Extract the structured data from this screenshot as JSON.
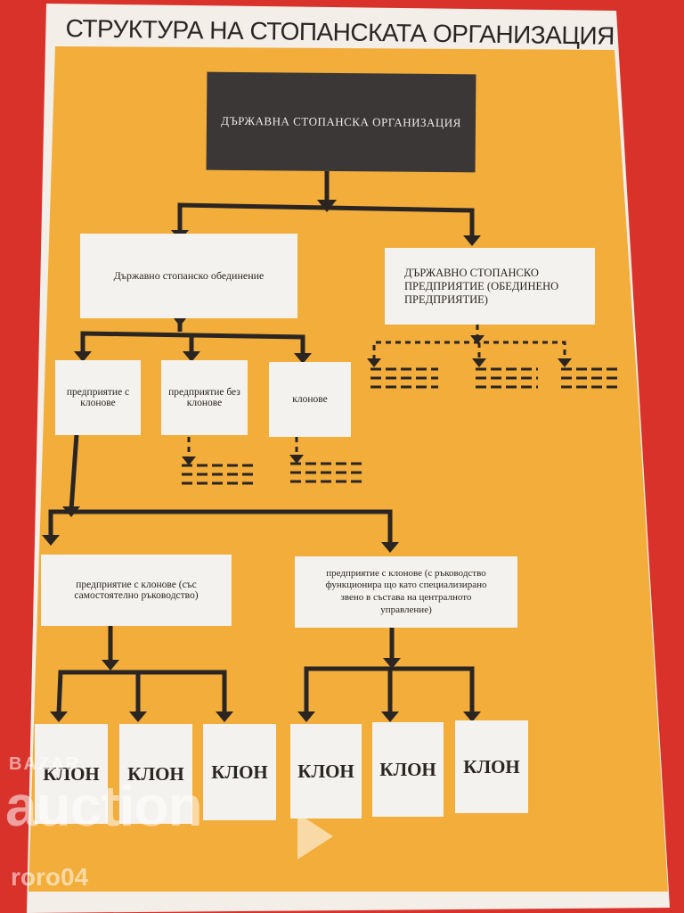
{
  "title": "СТРУКТУРА НА СТОПАНСКАТА ОРГАНИЗАЦИЯ",
  "boxes": {
    "root": "ДЪРЖАВНА СТОПАНСКА ОРГАНИЗАЦИЯ",
    "association": "Държавно стопанско обединение",
    "enterprise": "ДЪРЖАВНО СТОПАНСКО ПРЕДПРИЯТИЕ (ОБЕДИНЕНО ПРЕДПРИЯТИЕ)",
    "ent_with_branches": "предприятие с клонове",
    "ent_without_branches": "предприятие без клонове",
    "branches": "клонове",
    "ent_independent": "предприятие с клонове (със самостоятелно ръководство)",
    "ent_specialized": "предприятие с клонове (с ръководство функционира що като специализирано звено в състава на централното управление)",
    "branch": "КЛОН"
  },
  "watermark": {
    "brand_top": "BAZAR",
    "brand": "auction",
    "user": "roro04"
  },
  "colors": {
    "background": "#d8322b",
    "paper": "#f3efe8",
    "panel": "#f2ad3a",
    "ink": "#2a2522",
    "box": "#f4f2ee",
    "dark_box": "#3a3736"
  }
}
